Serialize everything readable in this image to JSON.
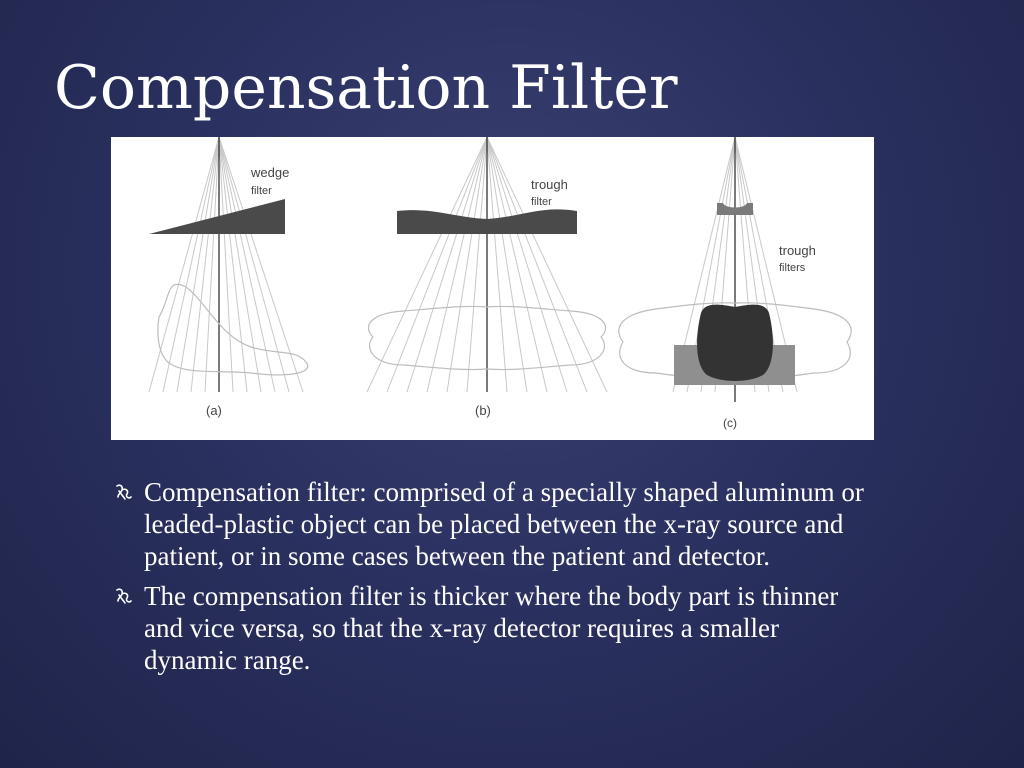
{
  "slide": {
    "title": "Compensation Filter",
    "figure": {
      "panel_a": {
        "label_line1": "wedge",
        "label_line2": "filter",
        "caption": "(a)"
      },
      "panel_b": {
        "label_line1": "trough",
        "label_line2": "filter",
        "caption": "(b)"
      },
      "panel_c": {
        "label_line1": "trough",
        "label_line2": "filters",
        "caption": "(c)"
      }
    },
    "bullets": [
      {
        "icon": "ornament-bullet-icon",
        "text": "Compensation filter: comprised of a specially shaped aluminum or leaded-plastic object can be placed between the x-ray source and patient, or in some cases between the patient and detector."
      },
      {
        "icon": "ornament-bullet-icon",
        "text": "The compensation filter is thicker where the body part is thinner and vice versa, so that the x-ray detector requires a smaller dynamic range."
      }
    ],
    "colors": {
      "background": "#2b3160",
      "text": "#ffffff",
      "figure_background": "#ffffff",
      "filter_fill": "#4a4a4a"
    }
  }
}
